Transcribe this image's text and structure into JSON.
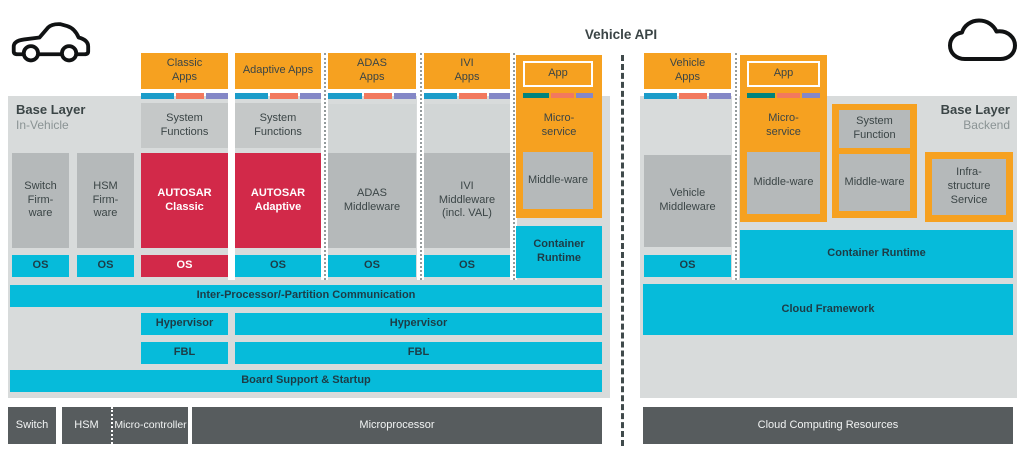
{
  "title": "Vehicle API",
  "palette": {
    "orange": "#F6A120",
    "red": "#D22949",
    "cyan": "#06BBDA",
    "dark": "#575C5E",
    "panel": "#D8DBDB",
    "box_gray": "#B5B9BA",
    "sysfunc_gray": "#C5C8C8",
    "light_gray": "#D2D6D6",
    "strip_blue": "#1B9CC9",
    "strip_teal": "#00837C",
    "strip_salmon": "#F2795E",
    "strip_purple": "#8487C6",
    "text_dark": "#3B4546",
    "text_on_cyan": "#1D3C46",
    "subtitle_gray": "#8A9394"
  },
  "icons": {
    "left": "car-icon",
    "right": "cloud-icon"
  },
  "left": {
    "base_layer_title": "Base Layer",
    "base_layer_subtitle": "In-Vehicle",
    "classic_apps": "Classic\nApps",
    "adaptive_apps": "Adaptive Apps",
    "adas_apps": "ADAS\nApps",
    "ivi_apps": "IVI\nApps",
    "app": "App",
    "system_functions_classic": "System\nFunctions",
    "system_functions_adaptive": "System\nFunctions",
    "switch_firmware": "Switch\nFirm-\nware",
    "hsm_firmware": "HSM\nFirm-\nware",
    "autosar_classic": "AUTOSAR\nClassic",
    "autosar_adaptive": "AUTOSAR\nAdaptive",
    "adas_middleware": "ADAS\nMiddleware",
    "ivi_middleware": "IVI\nMiddleware\n(incl. VAL)",
    "microservice": "Micro-\nservice",
    "middleware": "Middle-ware",
    "container_runtime": "Container\nRuntime",
    "os_switch": "OS",
    "os_hsm": "OS",
    "os_classic": "OS",
    "os_adaptive": "OS",
    "os_adas": "OS",
    "os_ivi": "OS",
    "ipc": "Inter-Processor/-Partition Communication",
    "hypervisor_left": "Hypervisor",
    "hypervisor_right": "Hypervisor",
    "fbl_left": "FBL",
    "fbl_right": "FBL",
    "board_support": "Board Support & Startup",
    "hw_switch": "Switch",
    "hw_hsm": "HSM",
    "hw_microcontroller": "Micro-controller",
    "hw_microprocessor": "Microprocessor"
  },
  "right": {
    "base_layer_title": "Base Layer",
    "base_layer_subtitle": "Backend",
    "vehicle_apps": "Vehicle\nApps",
    "app": "App",
    "microservice": "Micro-\nservice",
    "middleware_b": "Middle-ware",
    "system_function": "System\nFunction",
    "middleware_c": "Middle-ware",
    "infrastructure_service": "Infra-\nstructure\nService",
    "vehicle_middleware": "Vehicle\nMiddleware",
    "os": "OS",
    "container_runtime": "Container Runtime",
    "cloud_framework": "Cloud Framework",
    "cloud_resources": "Cloud Computing Resources"
  }
}
